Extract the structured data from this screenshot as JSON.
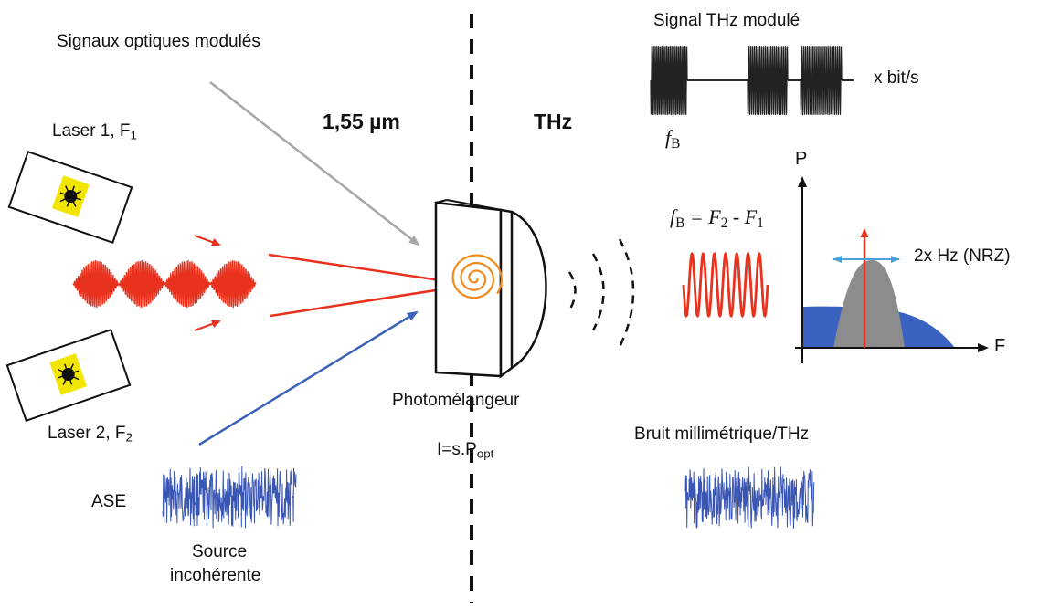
{
  "labels": {
    "signaux_optiques": "Signaux optiques modulés",
    "laser1": "Laser 1, F",
    "laser1_sub": "1",
    "laser2": "Laser 2, F",
    "laser2_sub": "2",
    "band_optical": "1,55 µm",
    "band_thz": "THz",
    "signal_thz": "Signal THz modulé",
    "bitrate": "x bit/s",
    "fb": "f",
    "fb_sub": "B",
    "fb_eq_lhs": "f",
    "fb_eq_lhs_sub": "B",
    "fb_eq_rhs": " = F",
    "fb_eq_rhs_sub2": "2",
    "fb_eq_mid": " - F",
    "fb_eq_rhs_sub1": "1",
    "axis_p": "P",
    "axis_f": "F",
    "nrz": "2x Hz (NRZ)",
    "photomixer": "Photomélangeur",
    "current": "I=s.P",
    "current_sub": "opt",
    "ase": "ASE",
    "source_line1": "Source",
    "source_line2": "incohérente",
    "noise": "Bruit millimétrique/THz"
  },
  "colors": {
    "laser_wave": "#e8321e",
    "red_arrow": "#e8321e",
    "gray_arrow": "#a6a6a6",
    "blue_arrow": "#3a62b8",
    "noise": "#3a56b4",
    "laser_yellow": "#f2e600",
    "spiral": "#f08a1c",
    "spectrum_blue": "#3a62c0",
    "spectrum_gray": "#8c8c8c",
    "nrz_arrow": "#4aa0d8"
  }
}
